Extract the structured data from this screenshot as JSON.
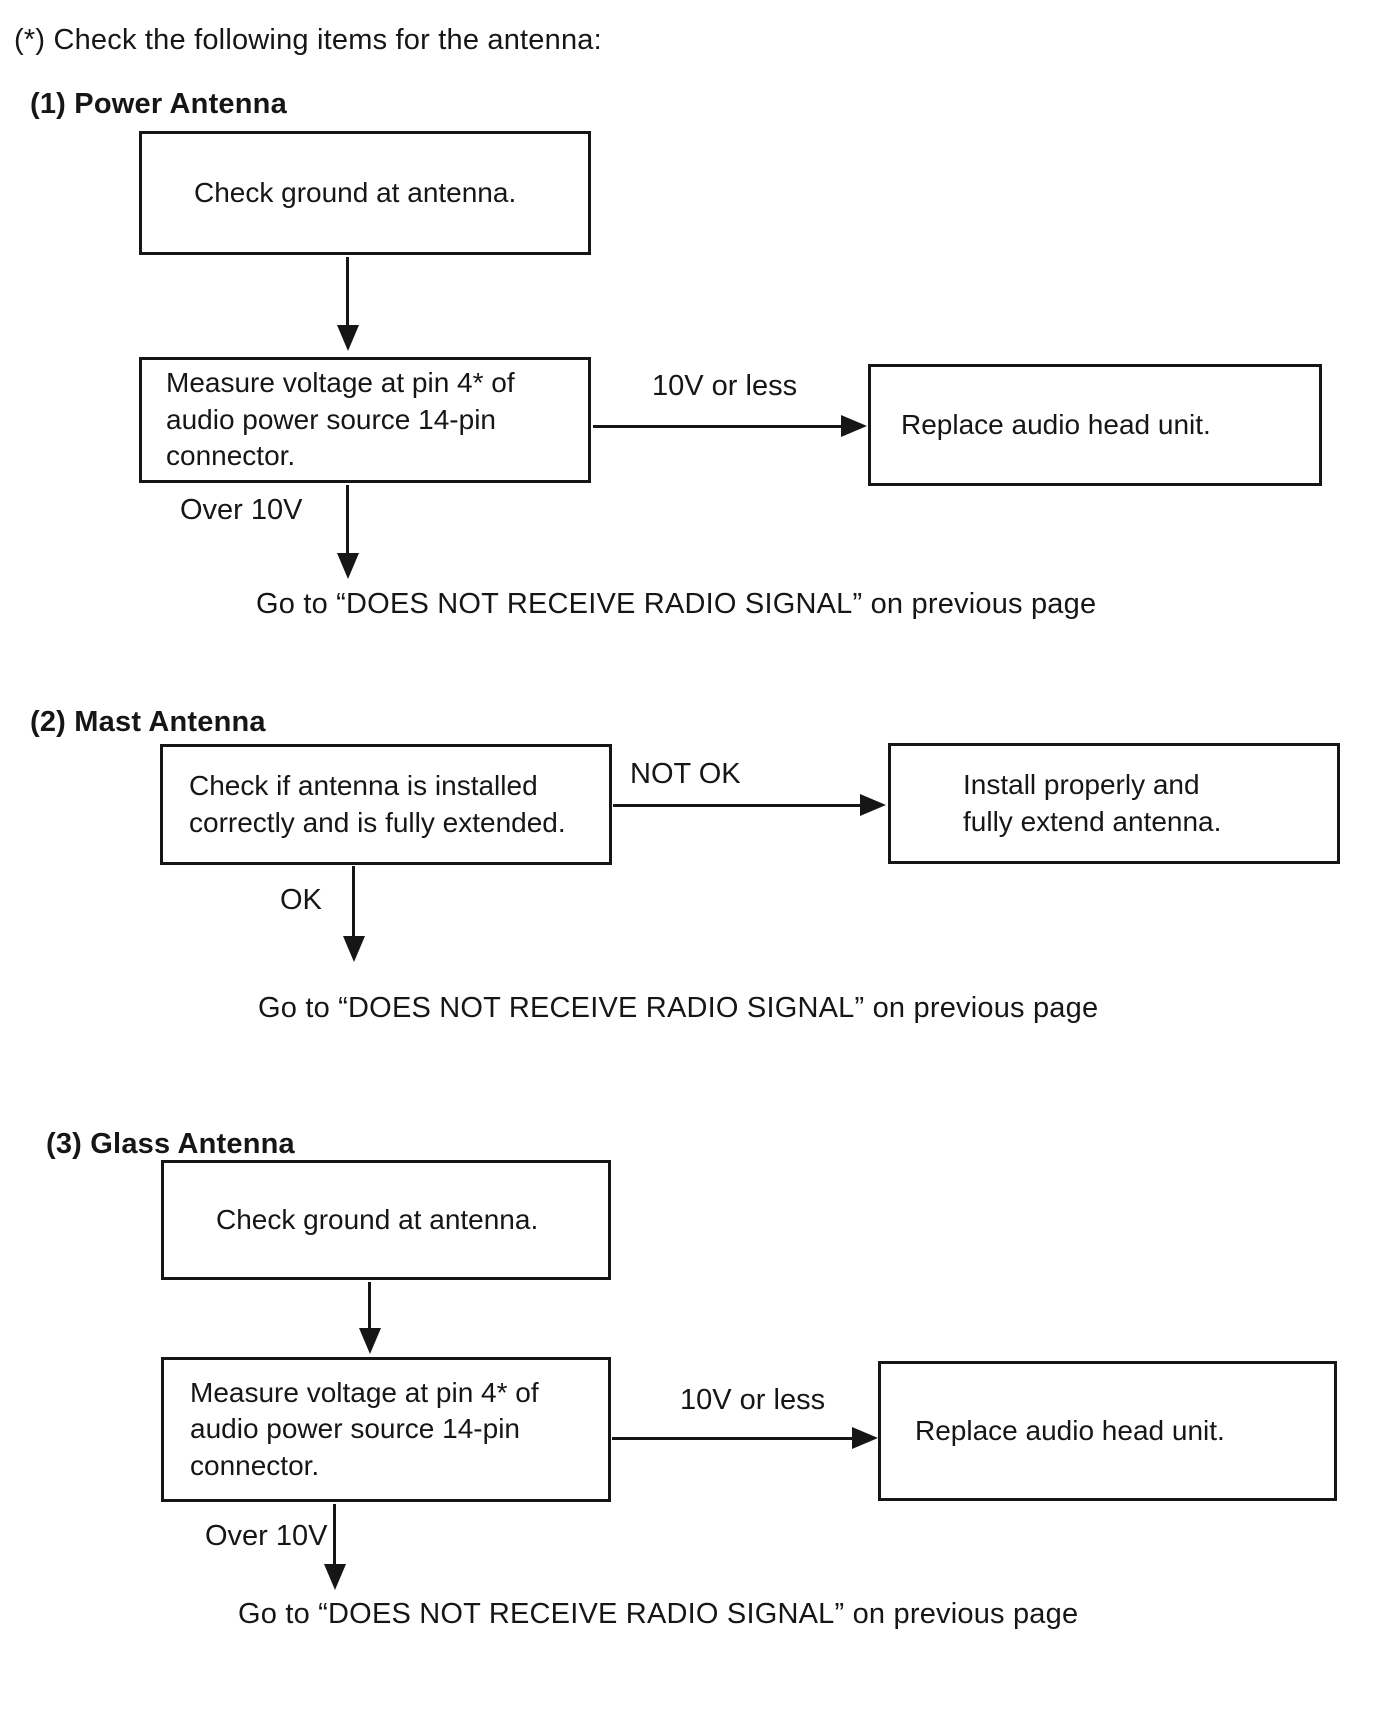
{
  "page": {
    "title": "(*) Check the following items for the antenna:"
  },
  "colors": {
    "ink": "#161616",
    "paper": "#ffffff"
  },
  "sections": [
    {
      "heading": "(1) Power Antenna",
      "step1": "Check ground at antenna.",
      "step2": "Measure voltage at pin 4* of\naudio power source 14-pin\nconnector.",
      "branch_label": "10V or less",
      "branch_result": "Replace audio head unit.",
      "pass_label": "Over 10V",
      "footer": "Go to “DOES NOT RECEIVE RADIO SIGNAL” on previous page"
    },
    {
      "heading": "(2) Mast Antenna",
      "step1": "Check if antenna is installed\ncorrectly and is fully extended.",
      "branch_label": "NOT OK",
      "branch_result": "Install properly and\nfully extend antenna.",
      "pass_label": "OK",
      "footer": "Go to “DOES NOT RECEIVE RADIO SIGNAL” on previous page"
    },
    {
      "heading": "(3) Glass Antenna",
      "step1": "Check ground at antenna.",
      "step2": "Measure voltage at pin 4* of\naudio power source 14-pin\nconnector.",
      "branch_label": "10V or less",
      "branch_result": "Replace audio head unit.",
      "pass_label": "Over 10V",
      "footer": "Go to “DOES NOT RECEIVE RADIO SIGNAL” on previous page"
    }
  ]
}
